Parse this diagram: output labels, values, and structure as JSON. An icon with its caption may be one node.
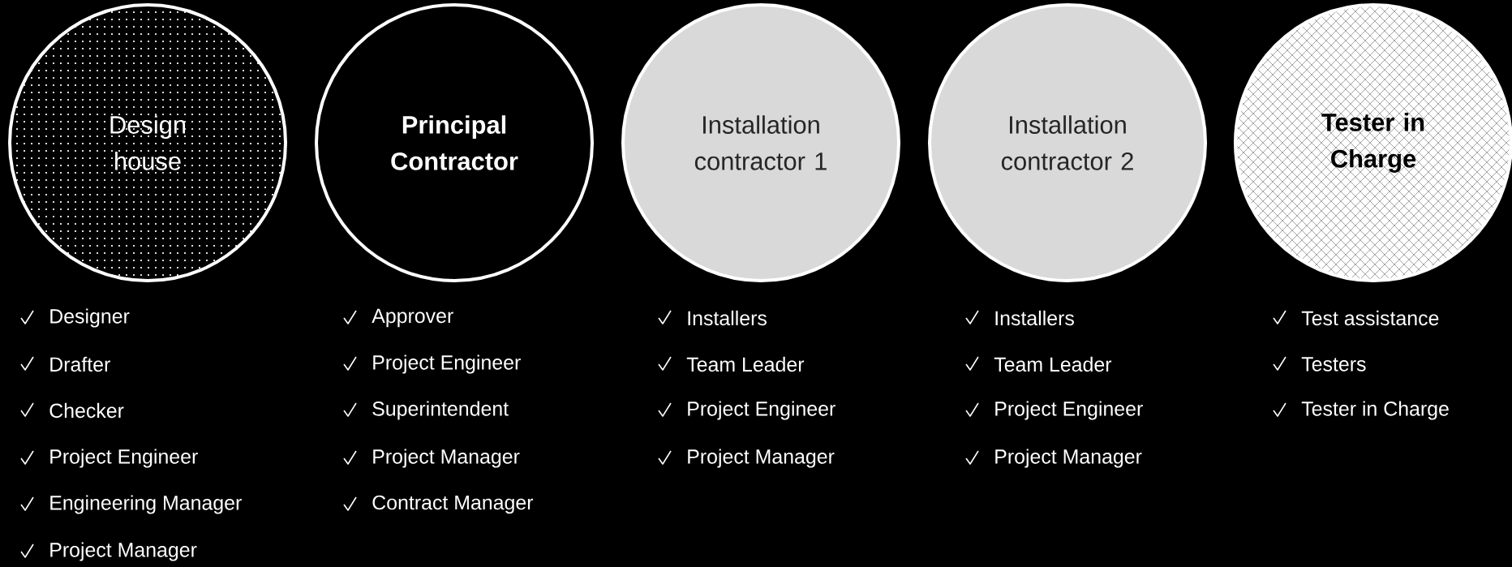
{
  "diagram": {
    "nodes": [
      {
        "text": [
          "Design house"
        ],
        "beside": [
          "Designer",
          "Drafter",
          "Checker",
          "Project Engineer",
          "Engineering Manager",
          "Project Manager"
        ]
      },
      {
        "text": [
          "Principal Contractor"
        ],
        "beside": [
          "Approver",
          "Project Engineer",
          "Superintendent",
          "Project Manager",
          "Contract Manager"
        ]
      },
      {
        "text": [
          "Installation contractor 1"
        ],
        "beside": [
          "Installers",
          "Team Leader",
          "Project Engineer",
          "Project Manager"
        ]
      },
      {
        "text": [
          "Installation contractor 2"
        ],
        "beside": [
          "Installers",
          "Team Leader",
          "Project Engineer",
          "Project Manager"
        ]
      },
      {
        "text": [
          "Tester in Charge"
        ],
        "beside": [
          "Test assistance",
          "Testers",
          "Tester in Charge"
        ]
      }
    ]
  }
}
